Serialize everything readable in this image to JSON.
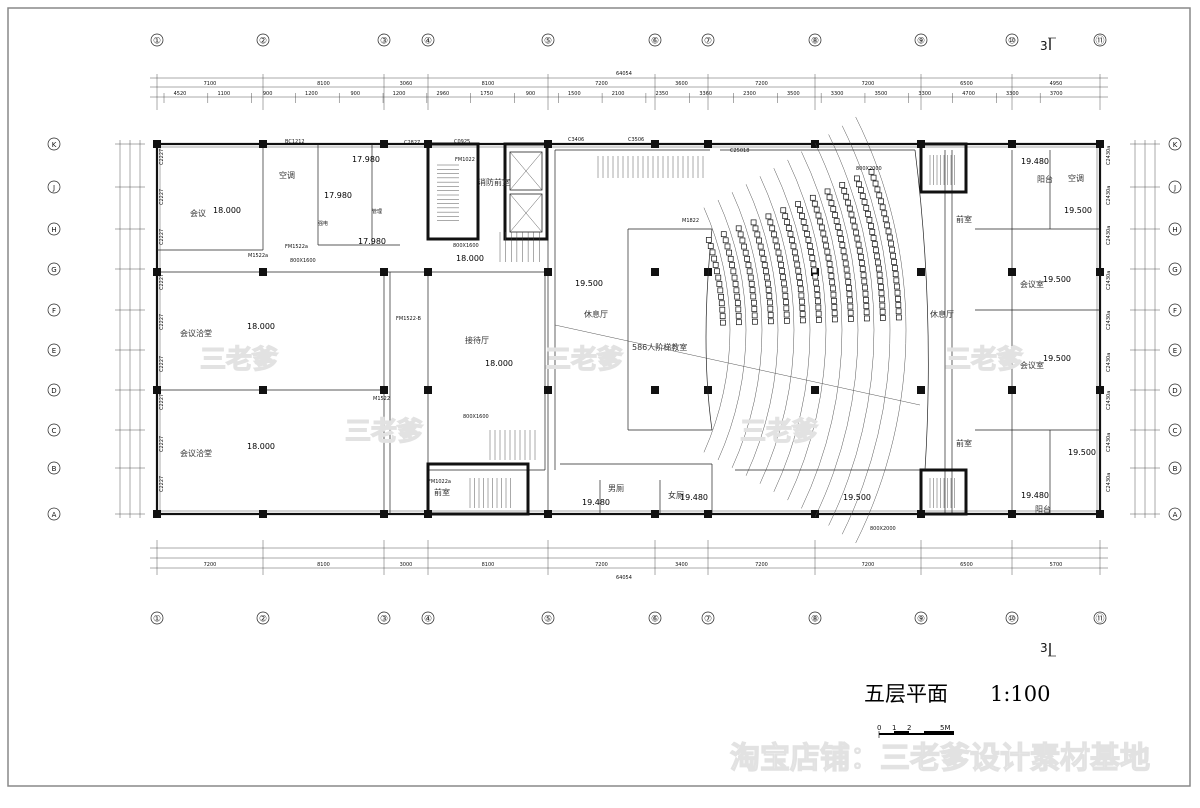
{
  "drawing": {
    "title": "五层平面",
    "scale": "1:100",
    "scale_bar_labels": [
      "0",
      "1",
      "2",
      "5M"
    ],
    "section_mark_top": "3",
    "section_mark_bottom": "3",
    "overall_dimension": "64054",
    "column_axes": [
      "①",
      "②",
      "③",
      "④",
      "⑤",
      "⑥",
      "⑦",
      "⑧",
      "⑨",
      "⑩",
      "⑪"
    ],
    "row_axes": [
      "K",
      "J",
      "H",
      "G",
      "F",
      "E",
      "D",
      "C",
      "B",
      "A"
    ],
    "top_bay_dimensions": [
      "7100",
      "8100",
      "3060",
      "8100",
      "7200",
      "3600",
      "7200",
      "7200",
      "6500",
      "4950"
    ],
    "bottom_bay_dimensions": [
      "7200",
      "8100",
      "3000",
      "8100",
      "7200",
      "3400",
      "7200",
      "7200",
      "6500",
      "5700"
    ],
    "top_detail_dimensions": [
      "4520",
      "1100",
      "900",
      "1200",
      "900",
      "1200",
      "2960",
      "1750",
      "900",
      "1500",
      "2100",
      "2350",
      "3360",
      "2300",
      "3500",
      "3300",
      "3500",
      "3300",
      "4700",
      "3300",
      "3700"
    ],
    "exterior_window_tag": "C2227",
    "exterior_window_tag_right": "C2430a"
  },
  "rooms": [
    {
      "name": "会议",
      "elev": "18.000"
    },
    {
      "name": "空调",
      "elev": ""
    },
    {
      "name": "会议洽堂",
      "elev": "18.000"
    },
    {
      "name": "会议洽堂",
      "elev": "18.000"
    },
    {
      "name": "消防前室",
      "elev": "18.000"
    },
    {
      "name": "接待厅",
      "elev": "18.000"
    },
    {
      "name": "前室",
      "elev": ""
    },
    {
      "name": "休息厅",
      "elev": "19.500"
    },
    {
      "name": "586人阶梯教室",
      "elev": ""
    },
    {
      "name": "休息厅",
      "elev": ""
    },
    {
      "name": "会议室",
      "elev": "19.500"
    },
    {
      "name": "会议室",
      "elev": "19.500"
    },
    {
      "name": "前室",
      "elev": ""
    },
    {
      "name": "前室",
      "elev": ""
    },
    {
      "name": "阳台",
      "elev": "19.480"
    },
    {
      "name": "空调",
      "elev": "19.500"
    },
    {
      "name": "阳台",
      "elev": "19.480"
    },
    {
      "name": "",
      "elev": "19.500"
    },
    {
      "name": "男厕",
      "elev": "19.480"
    },
    {
      "name": "女厕",
      "elev": "19.480"
    },
    {
      "name": "",
      "elev": "19.500"
    },
    {
      "name": "强电",
      "elev": "17.980"
    },
    {
      "name": "管理",
      "elev": "17.980"
    },
    {
      "name": "",
      "elev": "17.980"
    }
  ],
  "tags": {
    "doors": [
      "FM1022",
      "M1522a",
      "FM1522a",
      "M1522",
      "FM1522-B",
      "M1822",
      "FM1022a"
    ],
    "windows": [
      "C2827",
      "C0925",
      "C3406",
      "C3506",
      "C25018",
      "BC1212"
    ],
    "fire_shutter": "800X1600",
    "fire_shutter_2": "800X2000"
  },
  "watermarks": {
    "mark": "三老爹",
    "store": "淘宝店铺：三老爹设计素材基地"
  },
  "colors": {
    "line": "#111111",
    "watermark": "#e2e2e2",
    "frame": "#888888"
  }
}
